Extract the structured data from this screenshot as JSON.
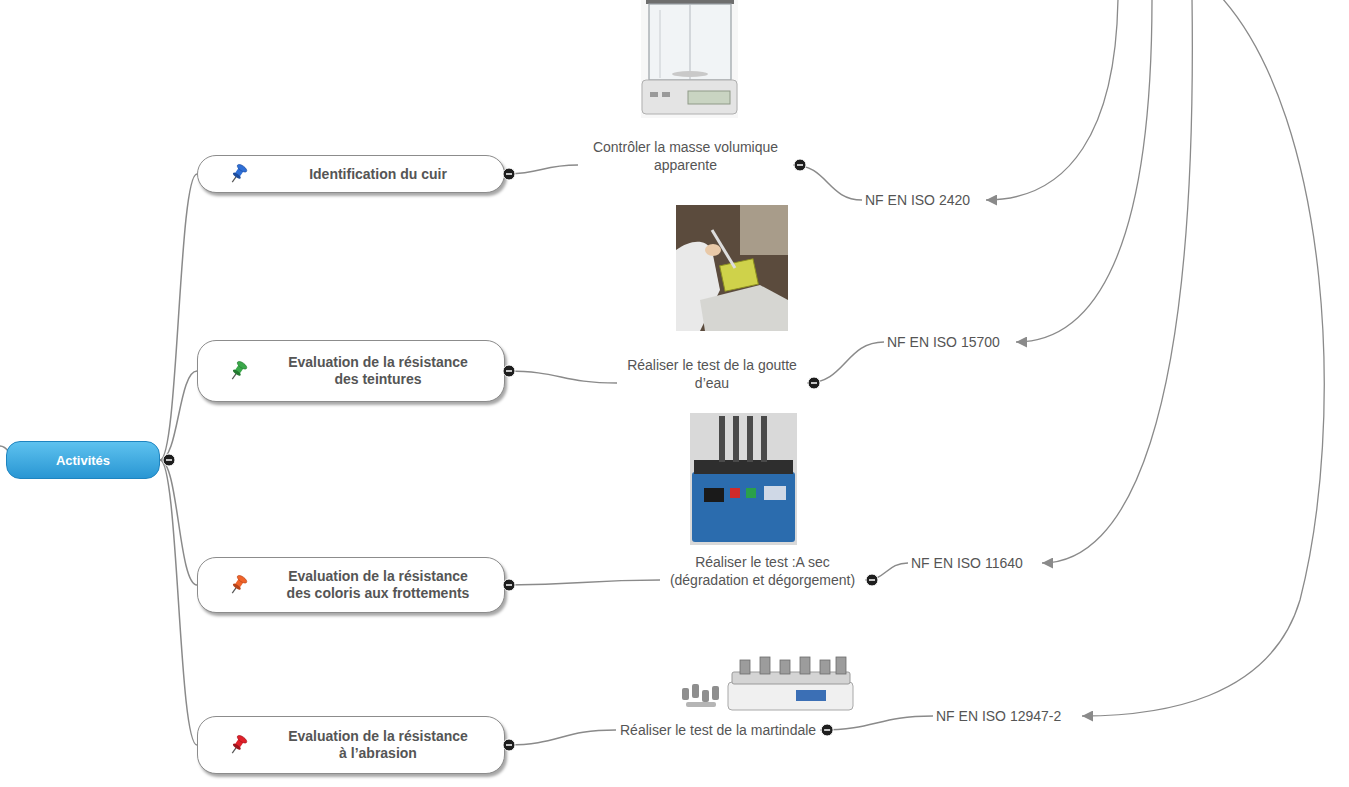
{
  "diagram": {
    "nodes": [
      {
        "text": [
          "Activités"
        ]
      },
      {
        "text": [
          "Identification du cuir"
        ]
      },
      {
        "text": [
          "Evaluation de la résistance des teintures"
        ]
      },
      {
        "text": [
          "Evaluation de la résistance des coloris aux frottements"
        ]
      },
      {
        "text": [
          "Evaluation de la résistance à l’abrasion"
        ]
      },
      {
        "text": [
          "Contrôler la masse volumique apparente"
        ]
      },
      {
        "text": [
          "Réaliser le test de la goutte d’eau"
        ]
      },
      {
        "text": [
          "Réaliser le test :A sec (dégradation et dégorgement)"
        ]
      },
      {
        "text": [
          "Réaliser le test de la martindale"
        ]
      },
      {
        "text": [
          "NF EN ISO 2420"
        ]
      },
      {
        "text": [
          "NF EN ISO 15700"
        ]
      },
      {
        "text": [
          "NF EN ISO 11640"
        ]
      },
      {
        "text": [
          "NF EN ISO 12947-2"
        ]
      }
    ],
    "edges": [
      {
        "from": 0,
        "to": 1,
        "arrow": "none"
      },
      {
        "from": 0,
        "to": 2,
        "arrow": "none"
      },
      {
        "from": 0,
        "to": 3,
        "arrow": "none"
      },
      {
        "from": 0,
        "to": 4,
        "arrow": "none"
      },
      {
        "from": 1,
        "to": 5,
        "arrow": "none"
      },
      {
        "from": 2,
        "to": 6,
        "arrow": "none"
      },
      {
        "from": 3,
        "to": 7,
        "arrow": "none"
      },
      {
        "from": 4,
        "to": 8,
        "arrow": "none"
      },
      {
        "from": 5,
        "to": 9,
        "arrow": "none"
      },
      {
        "from": 6,
        "to": 10,
        "arrow": "none"
      },
      {
        "from": 7,
        "to": 11,
        "arrow": "none"
      },
      {
        "from": 8,
        "to": 12,
        "arrow": "none"
      }
    ]
  }
}
